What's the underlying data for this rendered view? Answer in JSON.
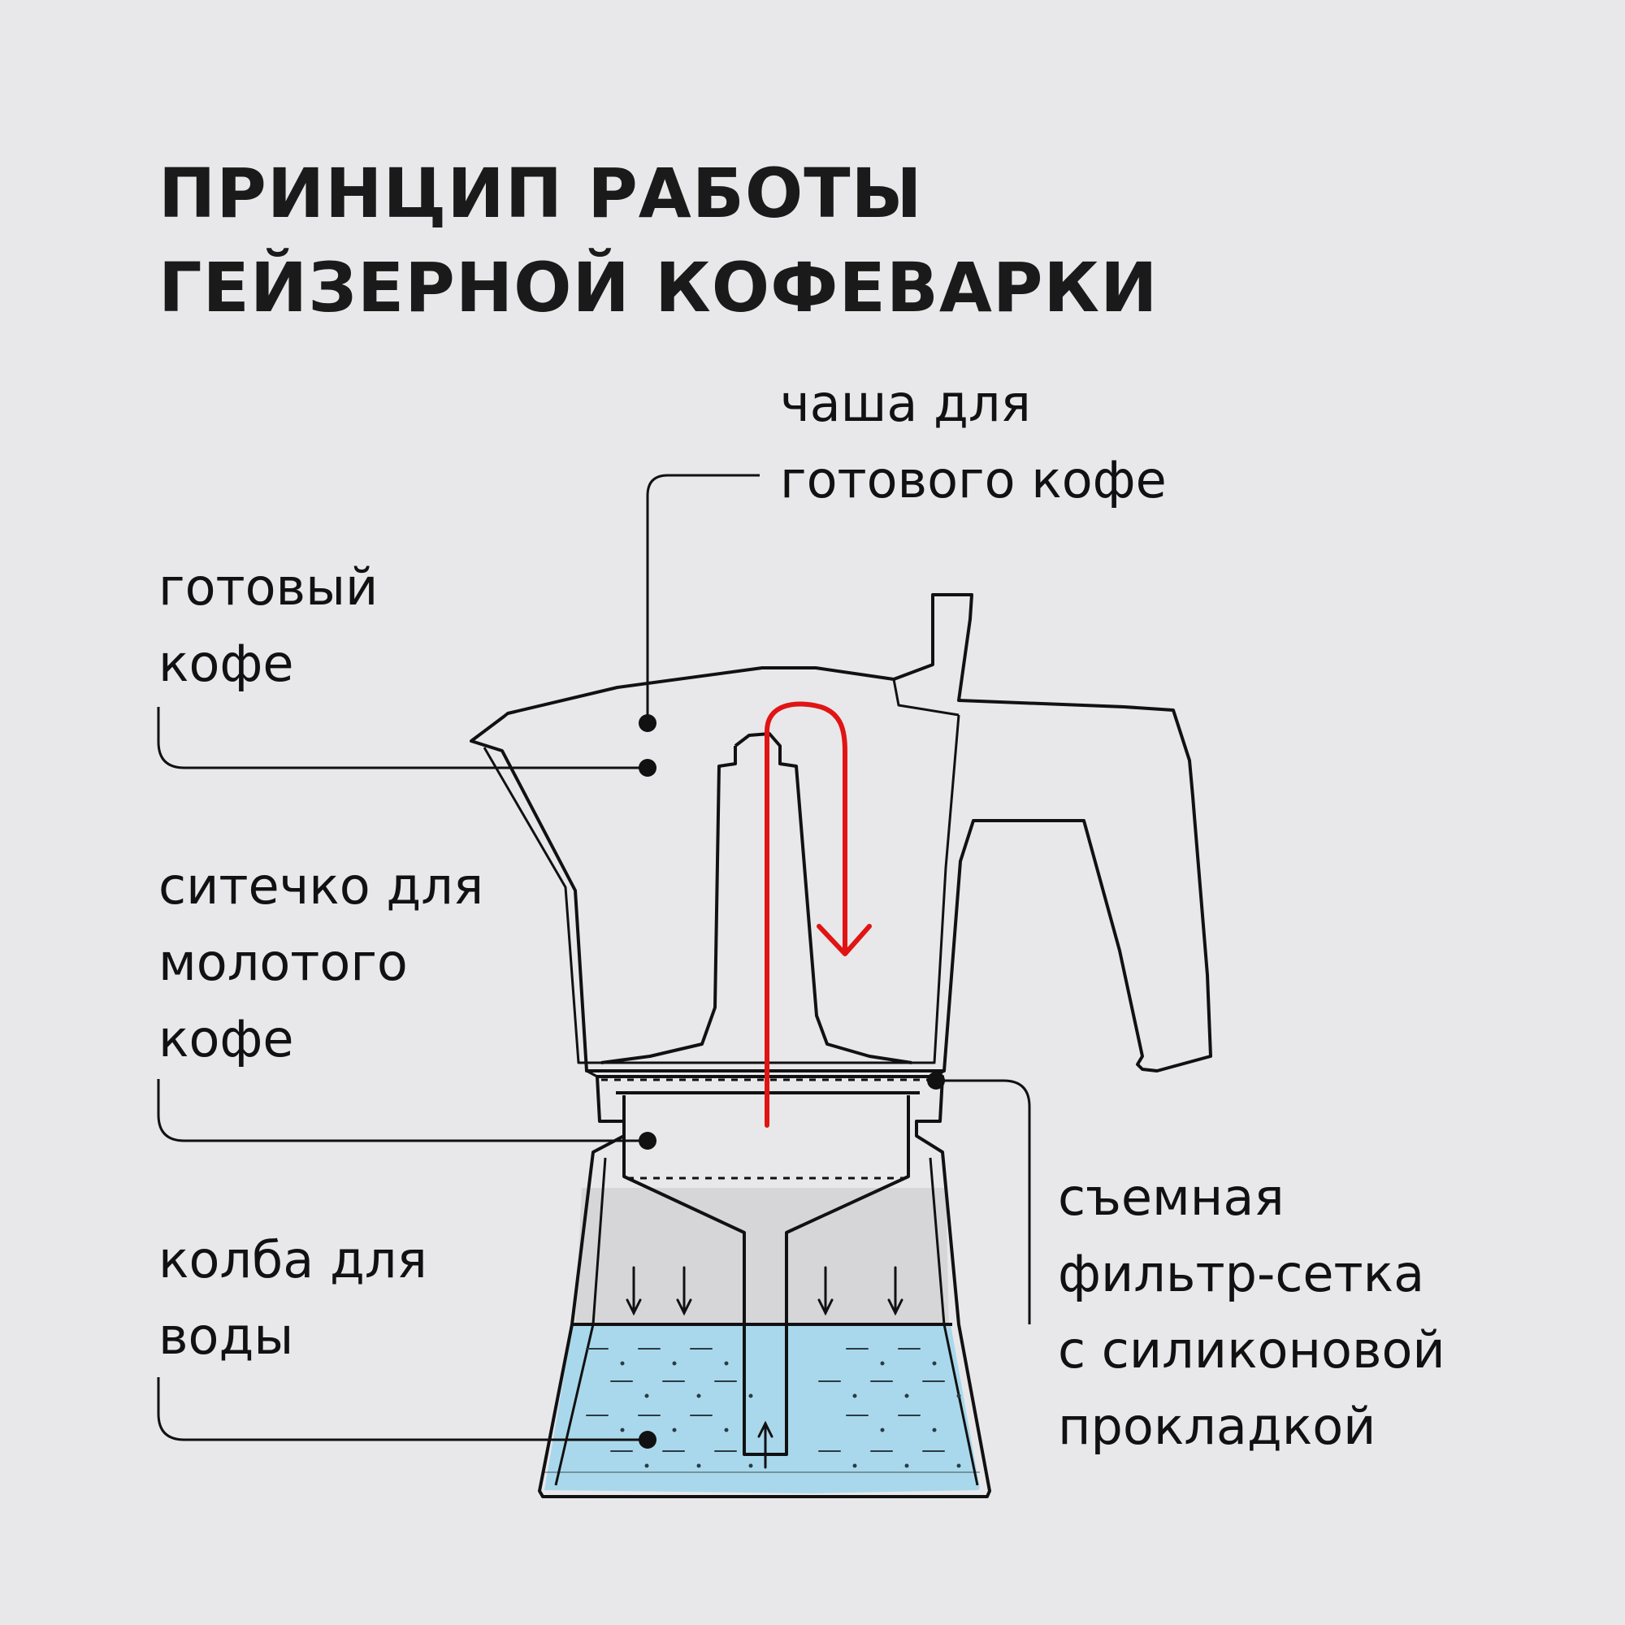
{
  "colors": {
    "background": "#e8e8ea",
    "outline": "#111111",
    "steam_fill": "#d6d6d8",
    "water": "#a9d8ec",
    "flow_arrow": "#e11414"
  },
  "title": {
    "line1": "ПРИНЦИП РАБОТЫ",
    "line2": "ГЕЙЗЕРНОЙ КОФЕВАРКИ"
  },
  "labels": {
    "bowl": {
      "line1": "чаша для",
      "line2": "готового кофе"
    },
    "ready_coffee": {
      "line1": "готовый",
      "line2": "кофе"
    },
    "basket": {
      "line1": "ситечко для",
      "line2": "молотого",
      "line3": "кофе"
    },
    "flask": {
      "line1": "колба для",
      "line2": "воды"
    },
    "filter": {
      "line1": "съемная",
      "line2": "фильтр-сетка",
      "line3": "с силиконовой",
      "line4": "прокладкой"
    }
  }
}
